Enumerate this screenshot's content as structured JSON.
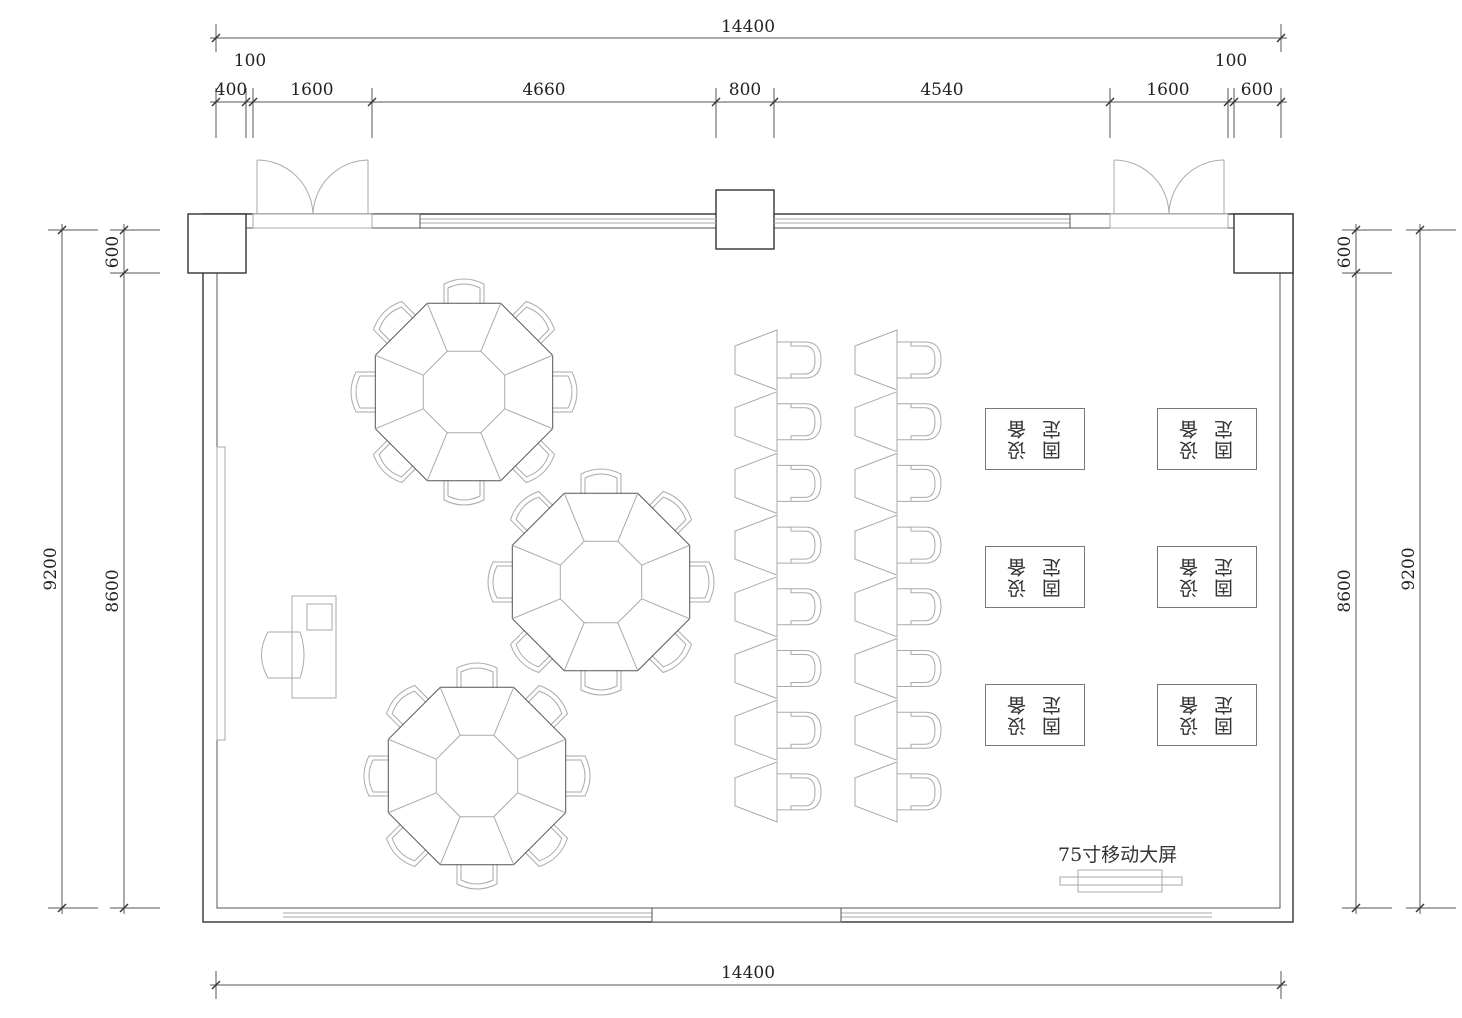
{
  "dimensions": {
    "top_total": "14400",
    "bottom_total": "14400",
    "top_segments": [
      "400",
      "100",
      "1600",
      "4660",
      "800",
      "4540",
      "1600",
      "100",
      "600"
    ],
    "left_total": "9200",
    "left_segments": [
      "600",
      "8600"
    ],
    "right_total": "9200",
    "right_segments": [
      "600",
      "8600"
    ]
  },
  "equipment": {
    "label_line1": "固定",
    "label_line2": "设备",
    "count": 6
  },
  "screen": {
    "label": "75寸移动大屏"
  },
  "furniture": {
    "round_tables": 3,
    "seats_per_table": 8,
    "lecture_chairs": 16
  }
}
